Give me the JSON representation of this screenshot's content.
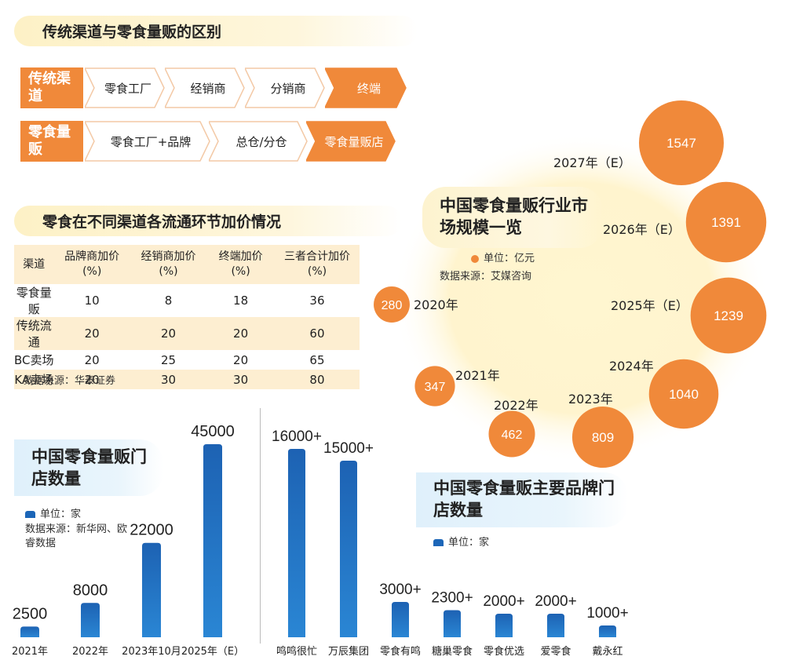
{
  "section1": {
    "title": "传统渠道与零食量贩的区别",
    "rows": [
      {
        "label": "传统渠道",
        "steps": [
          "零食工厂",
          "经销商",
          "分销商",
          "终端"
        ]
      },
      {
        "label": "零食量贩",
        "steps": [
          "零食工厂+品牌",
          "总仓/分仓",
          "零食量贩店"
        ]
      }
    ]
  },
  "section2": {
    "title": "零食在不同渠道各流通环节加价情况",
    "headers": [
      "渠道",
      "品牌商加价(%)",
      "经销商加价(%)",
      "终端加价(%)",
      "三者合计加价(%)"
    ],
    "rows": [
      [
        "零食量贩",
        "10",
        "8",
        "18",
        "36"
      ],
      [
        "传统流通",
        "20",
        "20",
        "20",
        "60"
      ],
      [
        "BC卖场",
        "20",
        "25",
        "20",
        "65"
      ],
      [
        "KA卖场",
        "20",
        "30",
        "30",
        "80"
      ]
    ],
    "source": "数据来源：华泰证券"
  },
  "colors": {
    "orange": "#f0893a",
    "blue": "#1c66b8",
    "cream": "#fdeed1"
  },
  "chart_data": [
    {
      "type": "bubble",
      "title": "中国零食量贩行业市场规模一览",
      "unit": "单位：亿元",
      "source": "数据来源：艾媒咨询",
      "categories": [
        "2020年",
        "2021年",
        "2022年",
        "2023年",
        "2024年",
        "2025年（E）",
        "2026年（E）",
        "2027年（E）"
      ],
      "values": [
        280,
        347,
        462,
        809,
        1040,
        1239,
        1391,
        1547
      ]
    },
    {
      "type": "bar",
      "title": "中国零食量贩门店数量",
      "unit": "单位：家",
      "source": "数据来源：新华网、欧睿数据",
      "categories": [
        "2021年",
        "2022年",
        "2023年10月",
        "2025年（E）"
      ],
      "values": [
        2500,
        8000,
        22000,
        45000
      ],
      "labels": [
        "2500",
        "8000",
        "22000",
        "45000"
      ],
      "ylim": [
        0,
        45000
      ]
    },
    {
      "type": "bar",
      "title": "中国零食量贩主要品牌门店数量",
      "unit": "单位：家",
      "categories": [
        "鸣鸣很忙",
        "万辰集团",
        "零食有鸣",
        "糖巢零食",
        "零食优选",
        "爱零食",
        "戴永红"
      ],
      "values": [
        16000,
        15000,
        3000,
        2300,
        2000,
        2000,
        1000
      ],
      "labels": [
        "16000+",
        "15000+",
        "3000+",
        "2300+",
        "2000+",
        "2000+",
        "1000+"
      ],
      "ylim": [
        0,
        16000
      ]
    }
  ]
}
